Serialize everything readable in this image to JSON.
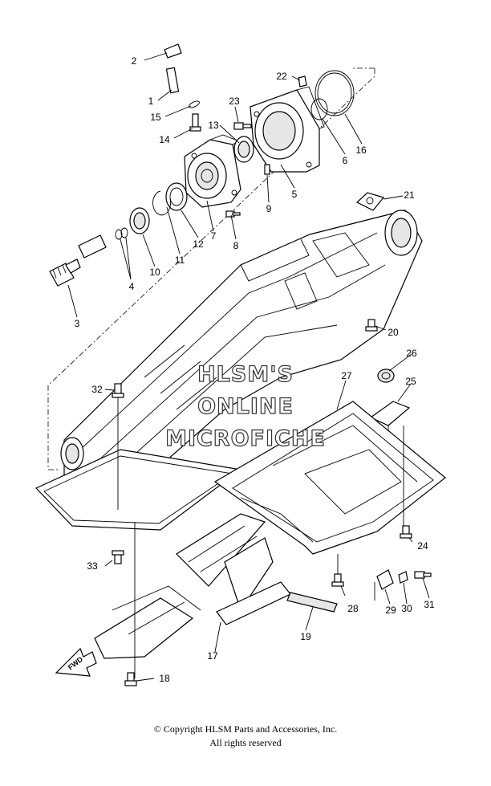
{
  "watermark": {
    "lines": [
      "HLSM'S",
      "ONLINE",
      "MICROFICHE"
    ]
  },
  "fwd_label": "FWD",
  "callouts": [
    {
      "id": "1",
      "label": "1"
    },
    {
      "id": "2",
      "label": "2"
    },
    {
      "id": "3",
      "label": "3"
    },
    {
      "id": "4",
      "label": "4"
    },
    {
      "id": "5",
      "label": "5"
    },
    {
      "id": "6",
      "label": "6"
    },
    {
      "id": "7",
      "label": "7"
    },
    {
      "id": "8",
      "label": "8"
    },
    {
      "id": "9",
      "label": "9"
    },
    {
      "id": "10",
      "label": "10"
    },
    {
      "id": "11",
      "label": "11"
    },
    {
      "id": "12",
      "label": "12"
    },
    {
      "id": "13",
      "label": "13"
    },
    {
      "id": "14",
      "label": "14"
    },
    {
      "id": "15",
      "label": "15"
    },
    {
      "id": "16",
      "label": "16"
    },
    {
      "id": "17",
      "label": "17"
    },
    {
      "id": "18",
      "label": "18"
    },
    {
      "id": "19",
      "label": "19"
    },
    {
      "id": "20",
      "label": "20"
    },
    {
      "id": "21",
      "label": "21"
    },
    {
      "id": "22",
      "label": "22"
    },
    {
      "id": "23",
      "label": "23"
    },
    {
      "id": "24",
      "label": "24"
    },
    {
      "id": "25",
      "label": "25"
    },
    {
      "id": "26",
      "label": "26"
    },
    {
      "id": "27",
      "label": "27"
    },
    {
      "id": "28",
      "label": "28"
    },
    {
      "id": "29",
      "label": "29"
    },
    {
      "id": "30",
      "label": "30"
    },
    {
      "id": "31",
      "label": "31"
    },
    {
      "id": "32",
      "label": "32"
    },
    {
      "id": "33",
      "label": "33"
    }
  ],
  "copyright": {
    "line1": "© Copyright HLSM Parts and Accessories, Inc.",
    "line2": "All rights reserved"
  }
}
